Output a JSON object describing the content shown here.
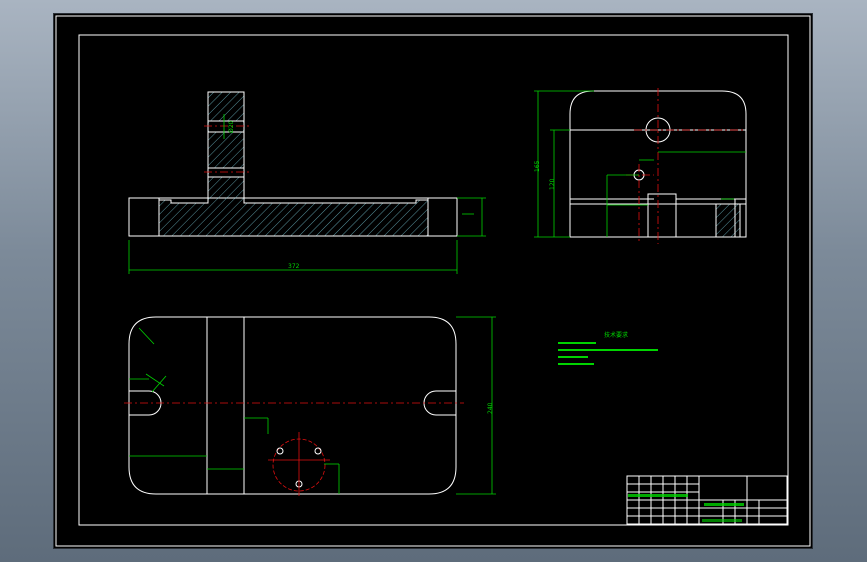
{
  "drawing": {
    "front_view": {
      "dim_length": "372",
      "dim_hole": "Ø20"
    },
    "side_view": {
      "dim_height_overall": "165",
      "dim_height_inner": "120"
    },
    "top_view": {
      "dim_width": "240"
    },
    "technical_notes": {
      "title": "技术要求"
    }
  },
  "colors": {
    "background": "#000000",
    "outline": "#ffffff",
    "dimension": "#00d400",
    "centerline": "#e01010"
  }
}
